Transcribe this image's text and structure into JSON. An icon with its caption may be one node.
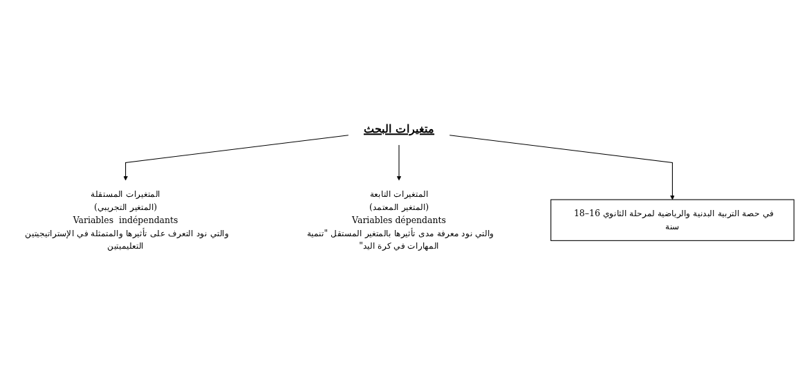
{
  "diagram": {
    "nodes": [
      {
        "text": [
          "متغيرات البحث"
        ]
      },
      {
        "text": [
          "المتغيرات المستقلة",
          "(المتغير التجريبي)",
          "Variables  indépendants",
          "والتي نود التعرف على تأثيرها والمتمثلة في الإستراتيجيتين التعليميتين"
        ]
      },
      {
        "text": [
          "المتغيرات التابعة",
          "(المتغير المعتمد)",
          "Variables dépendants",
          "والتي نود معرفة مدى تأثيرها بالمتغير المستقل \"تنمية المهارات في كرة اليد\""
        ]
      },
      {
        "text": [
          "في حصة التربية البدنية والرياضية لمرحلة الثانوي 16–18 سنة"
        ]
      }
    ],
    "edges": [
      {
        "from": 0,
        "to": 1,
        "arrow": "to"
      },
      {
        "from": 0,
        "to": 2,
        "arrow": "to"
      },
      {
        "from": 0,
        "to": 3,
        "arrow": "to"
      }
    ]
  }
}
